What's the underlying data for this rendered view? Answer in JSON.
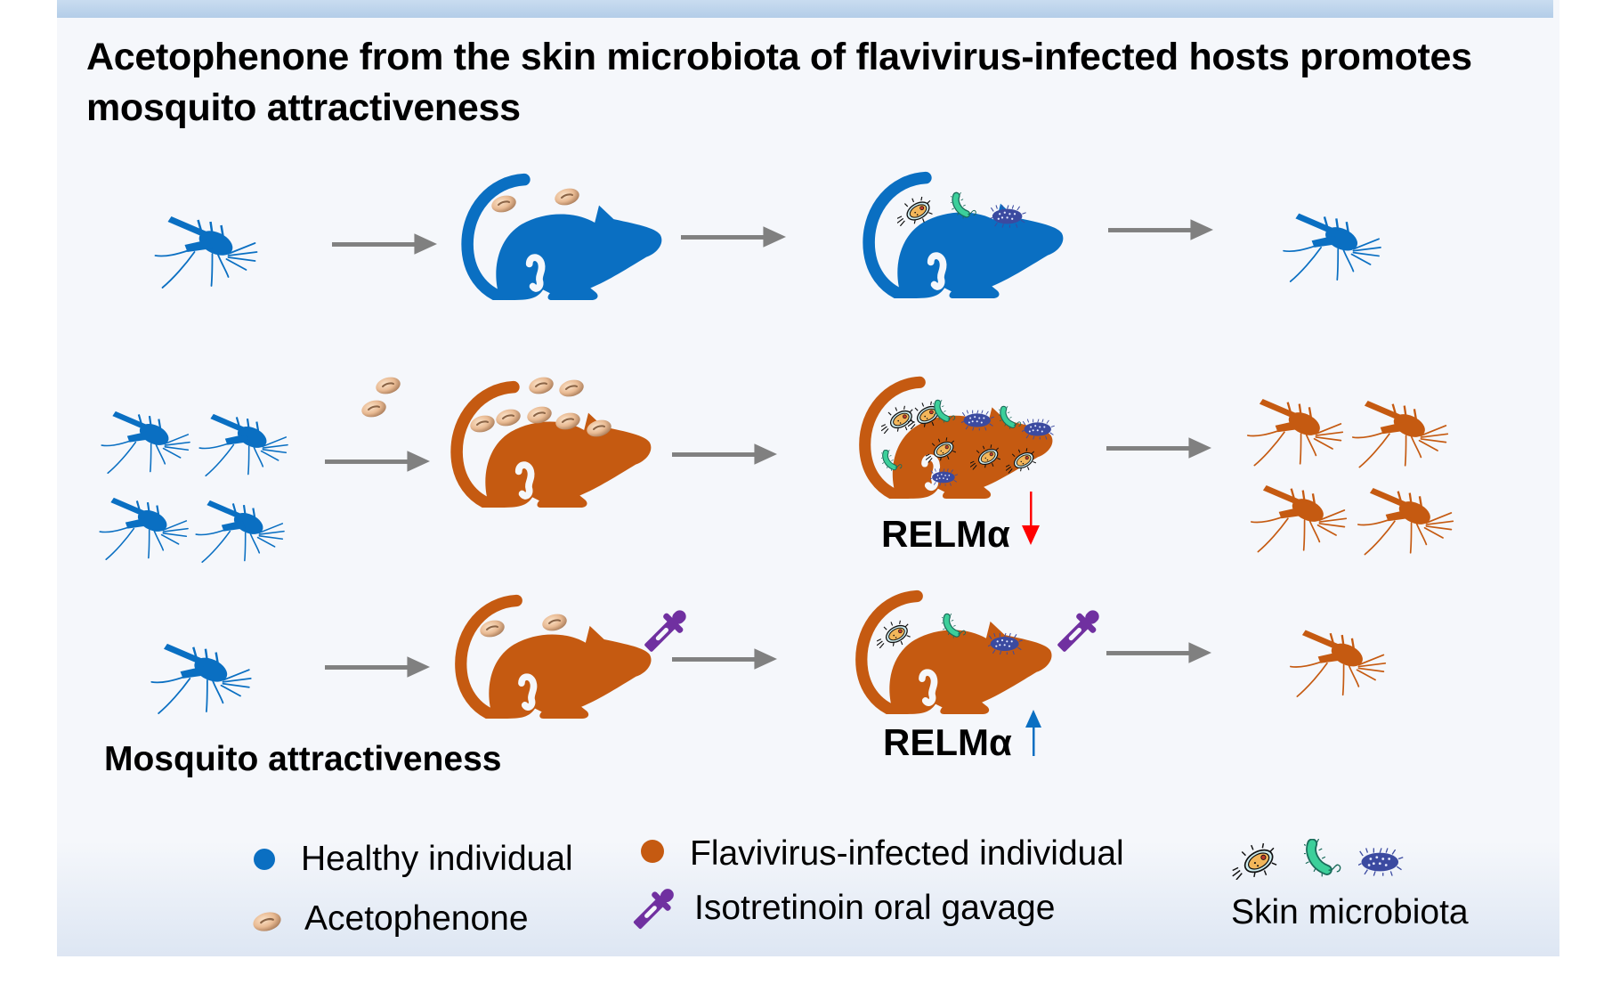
{
  "title": "Acetophenone from the skin microbiota of flavivirus-infected hosts promotes mosquito attractiveness",
  "colors": {
    "healthy": "#0a6fc2",
    "infected": "#c55a11",
    "isotretinoin": "#7030a0",
    "arrow": "#808080",
    "relm_down": "#ff0000",
    "relm_up": "#0a6fc2"
  },
  "rows": [
    {
      "id": "healthy",
      "mosquito_count_in": 1,
      "acetophenone_count": 2,
      "microbiota_level": "low",
      "mosquito_count_out": 1,
      "relm_label": null
    },
    {
      "id": "infected",
      "mosquito_count_in": 4,
      "acetophenone_count": 8,
      "microbiota_level": "high",
      "mosquito_count_out": 4,
      "relm_label": "RELMα",
      "relm_direction": "down"
    },
    {
      "id": "infected-isotretinoin",
      "mosquito_count_in": 1,
      "acetophenone_count": 2,
      "microbiota_level": "low",
      "mosquito_count_out": 1,
      "relm_label": "RELMα",
      "relm_direction": "up",
      "treatment": "isotretinoin"
    }
  ],
  "labels": {
    "relm_row2": "RELMα",
    "relm_row3": "RELMα",
    "mosquito_attractiveness": "Mosquito attractiveness"
  },
  "legend": {
    "healthy": "Healthy individual",
    "acetophenone": "Acetophenone",
    "infected": "Flavivirus-infected individual",
    "isotretinoin": "Isotretinoin oral gavage",
    "microbiota": "Skin microbiota"
  }
}
